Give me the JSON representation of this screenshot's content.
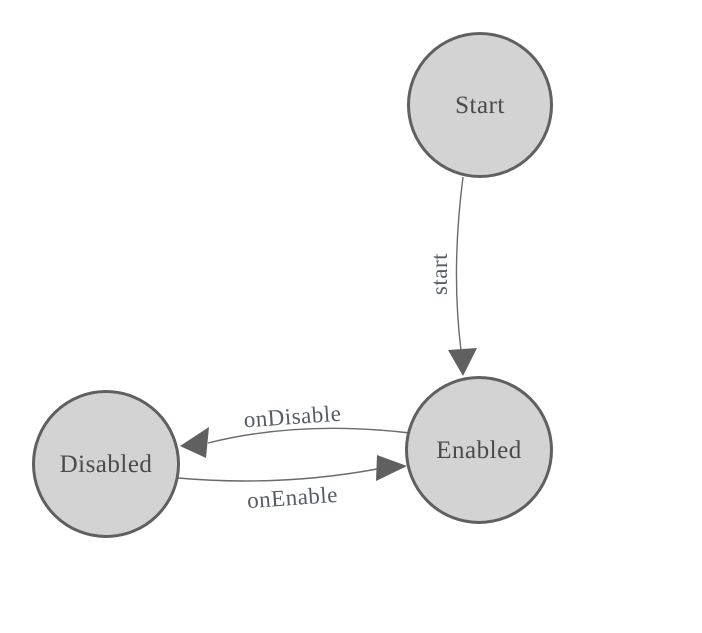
{
  "diagram": {
    "type": "state-machine",
    "colors": {
      "background": "#ffffff",
      "node_fill": "#d3d3d3",
      "node_stroke": "#606060",
      "node_label": "#4a4a4a",
      "edge_line": "#6b6b6b",
      "arrowhead": "#606060",
      "edge_label": "#565d68"
    },
    "nodes": [
      {
        "id": "start",
        "label": "Start"
      },
      {
        "id": "enabled",
        "label": "Enabled"
      },
      {
        "id": "disabled",
        "label": "Disabled"
      }
    ],
    "edges": [
      {
        "from": "start",
        "to": "enabled",
        "label": "start"
      },
      {
        "from": "enabled",
        "to": "disabled",
        "label": "onDisable"
      },
      {
        "from": "disabled",
        "to": "enabled",
        "label": "onEnable"
      }
    ]
  }
}
